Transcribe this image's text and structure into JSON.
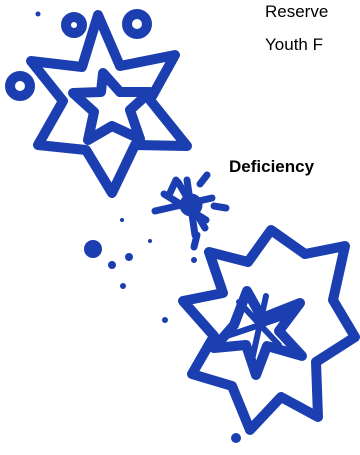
{
  "text": {
    "line_1": "Reserve",
    "line_2": "Youth F",
    "heading": "Deficiency"
  },
  "colors": {
    "snowflake_outline": "#1b3fb1",
    "background": "#ffffff",
    "text": "#000000"
  },
  "icons": {
    "snowflake_large": "snowflake-icon",
    "snowflake_small": "snowflake-icon",
    "snowflake_bottom": "snowflake-icon"
  }
}
